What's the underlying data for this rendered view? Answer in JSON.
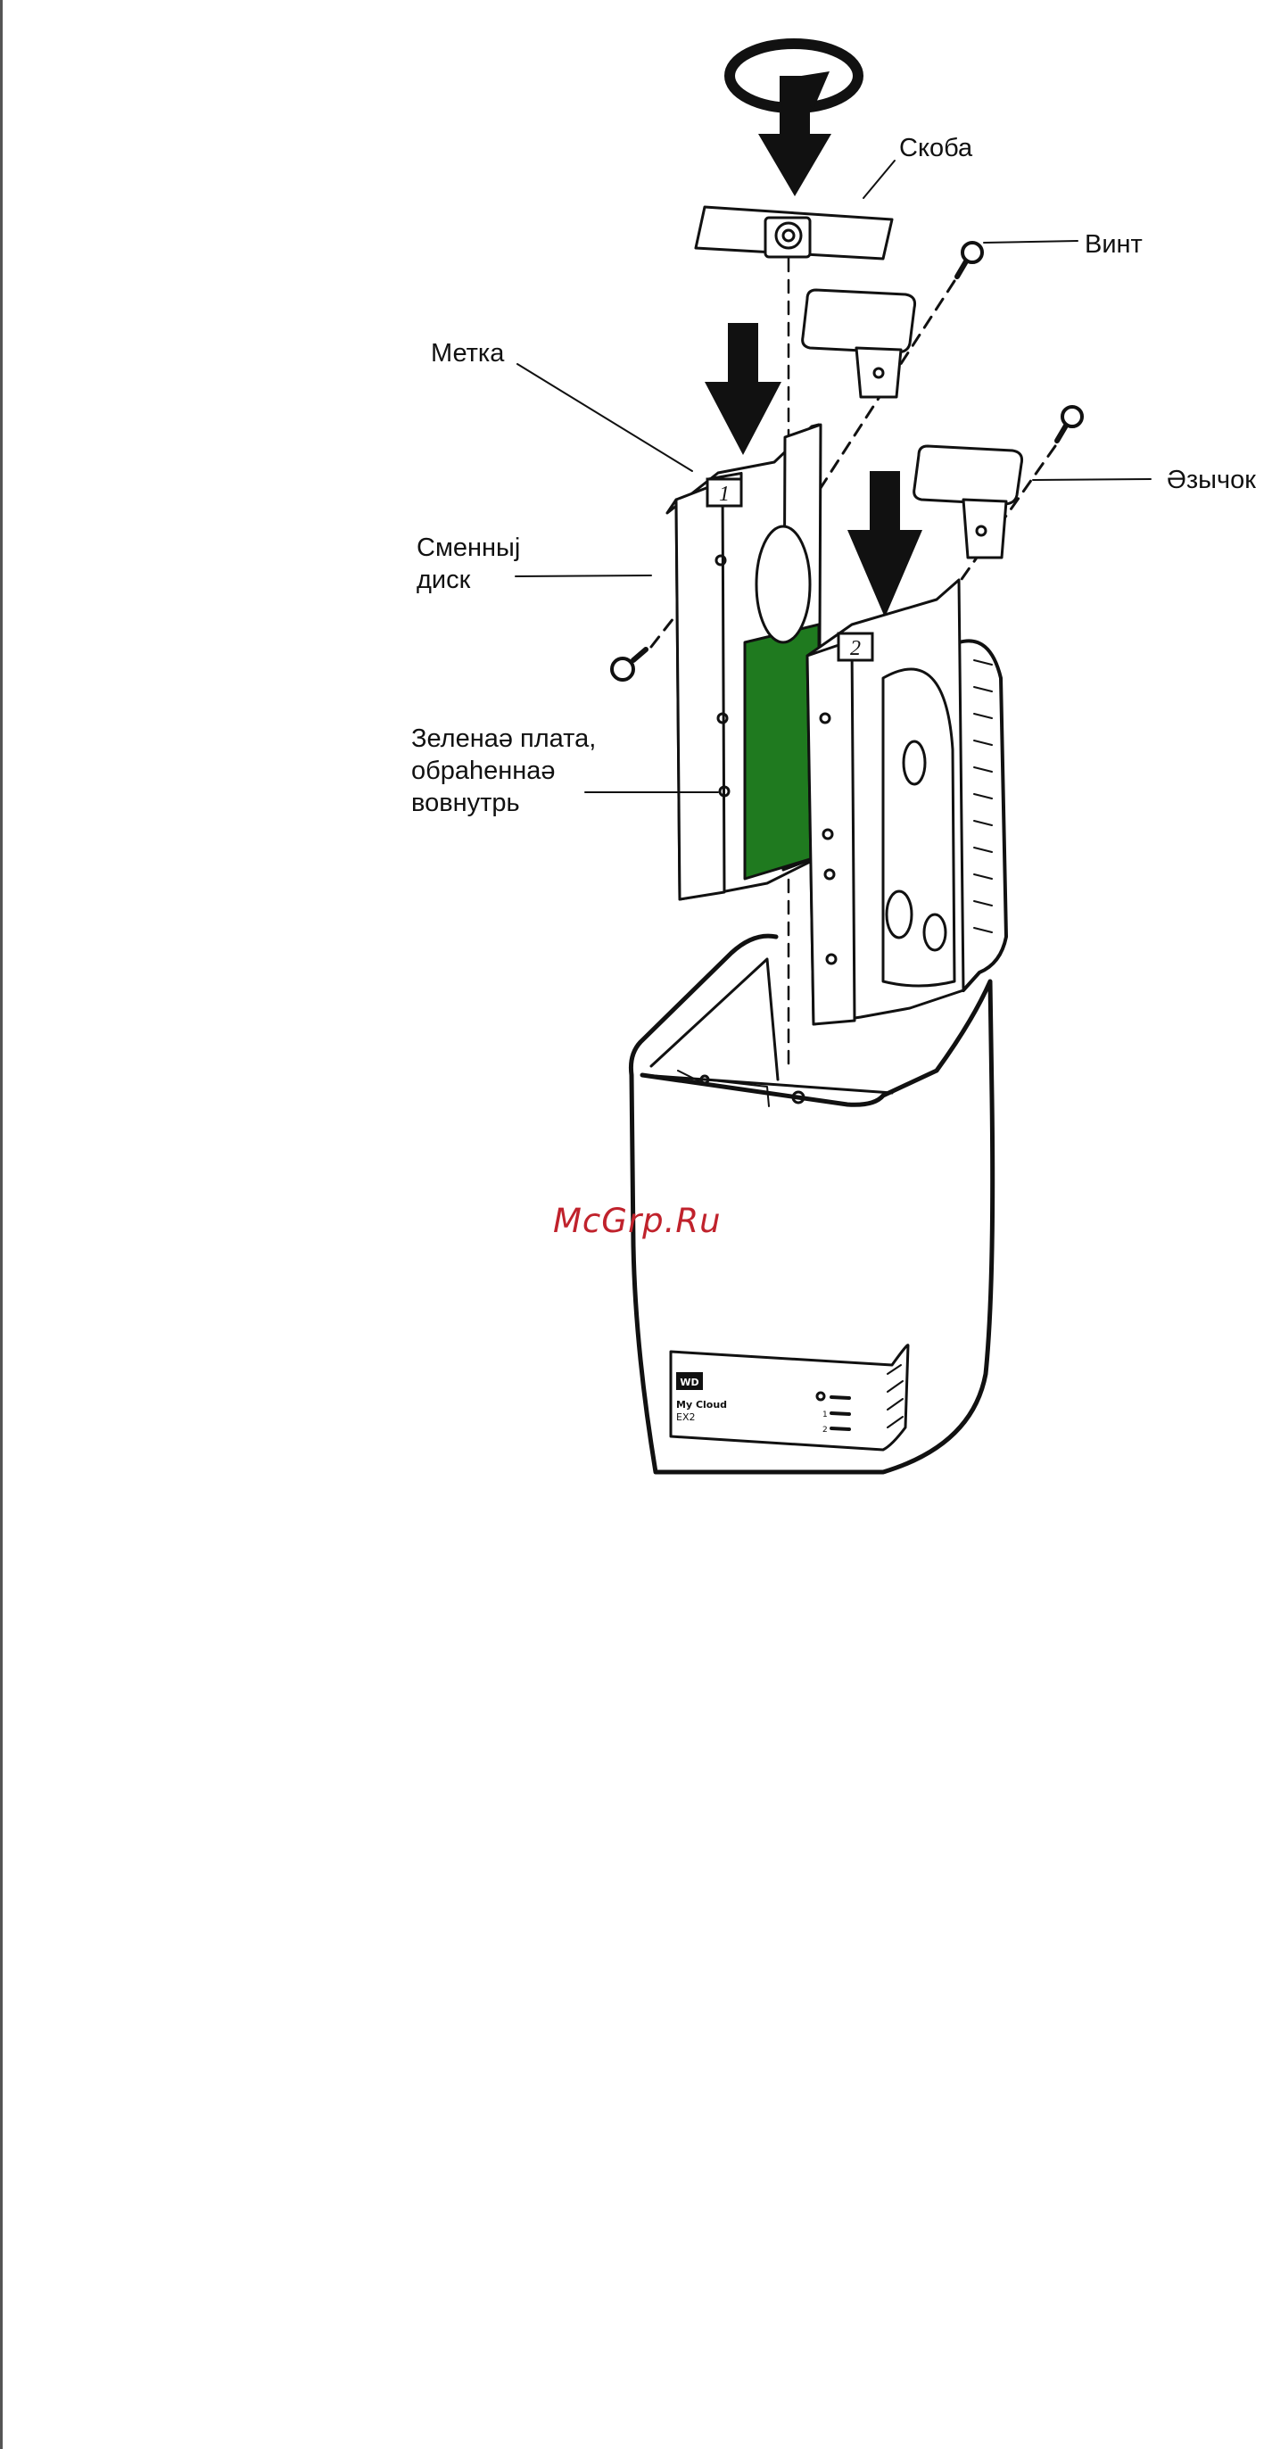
{
  "labels": {
    "bracket": "Скоба",
    "screw": "Винт",
    "mark": "Метка",
    "removable_disk_l1": "Сменныј",
    "removable_disk_l2": "диск",
    "green_board_l1": "Зеленаә плата,",
    "green_board_l2": "обраһеннаә",
    "green_board_l3": "вовнутрь",
    "tab": "Әзычок"
  },
  "drive_numbers": [
    "1",
    "2"
  ],
  "device": {
    "brand": "WD",
    "model_l1": "My Cloud",
    "model_l2": "EX2",
    "leds": [
      "1",
      "2"
    ]
  },
  "watermark": "McGrp.Ru",
  "colors": {
    "line": "#111111",
    "pcb_green": "#1f7a1f",
    "watermark": "#c0222c"
  }
}
